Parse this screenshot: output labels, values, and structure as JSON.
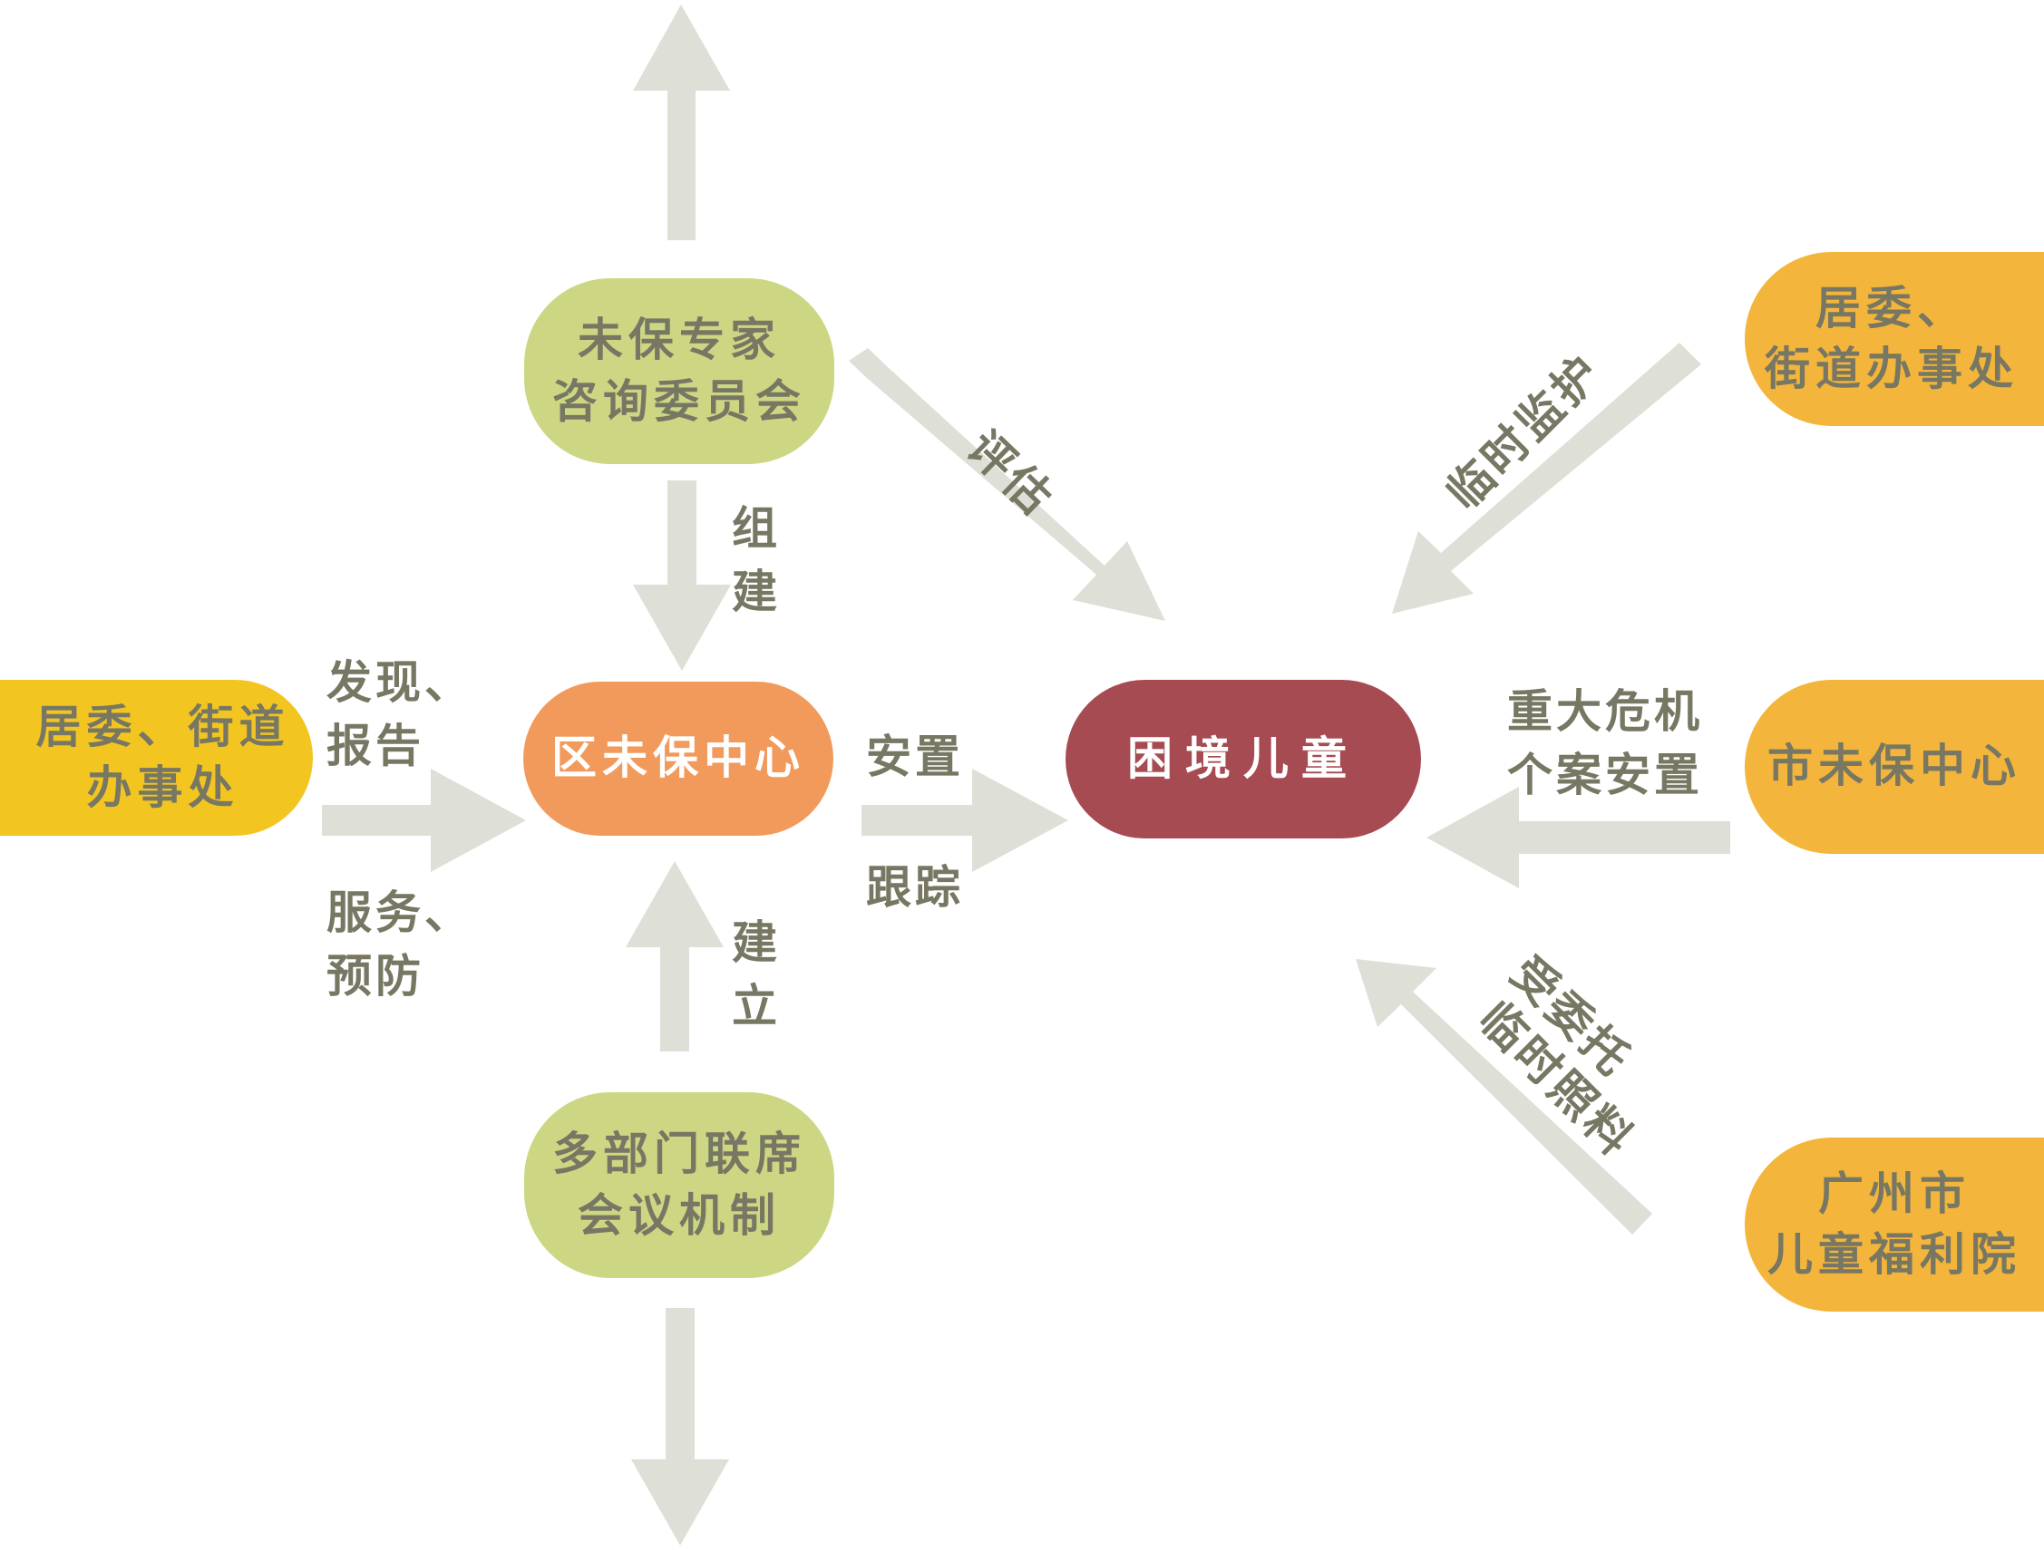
{
  "colors": {
    "arrow": "#DEDFD6",
    "label_text": "#777763",
    "green_node": "#CDD783",
    "orange_node": "#F29A5B",
    "dark_red_node": "#A64B52",
    "yellow_node": "#F2C521",
    "amber_node": "#F3B53B"
  },
  "nodes": {
    "expert_committee": "未保专家\n咨询委员会",
    "district_center": "区未保中心",
    "joint_meeting": "多部门联席\n会议机制",
    "left_community": "居委、街道\n办事处",
    "children": "困境儿童",
    "right_community": "居委、\n街道办事处",
    "city_center": "市未保中心",
    "welfare_home": "广州市\n儿童福利院"
  },
  "labels": {
    "form": "组建",
    "establish": "建立",
    "discover_report": "发现、\n报告",
    "service_prevent": "服务、\n预防",
    "place": "安置",
    "track": "跟踪",
    "assess": "评估",
    "temp_guardianship": "临时监护",
    "crisis_placement": "重大危机\n个案安置",
    "entrusted_line1": "受委托",
    "entrusted_line2": "临时照料"
  }
}
